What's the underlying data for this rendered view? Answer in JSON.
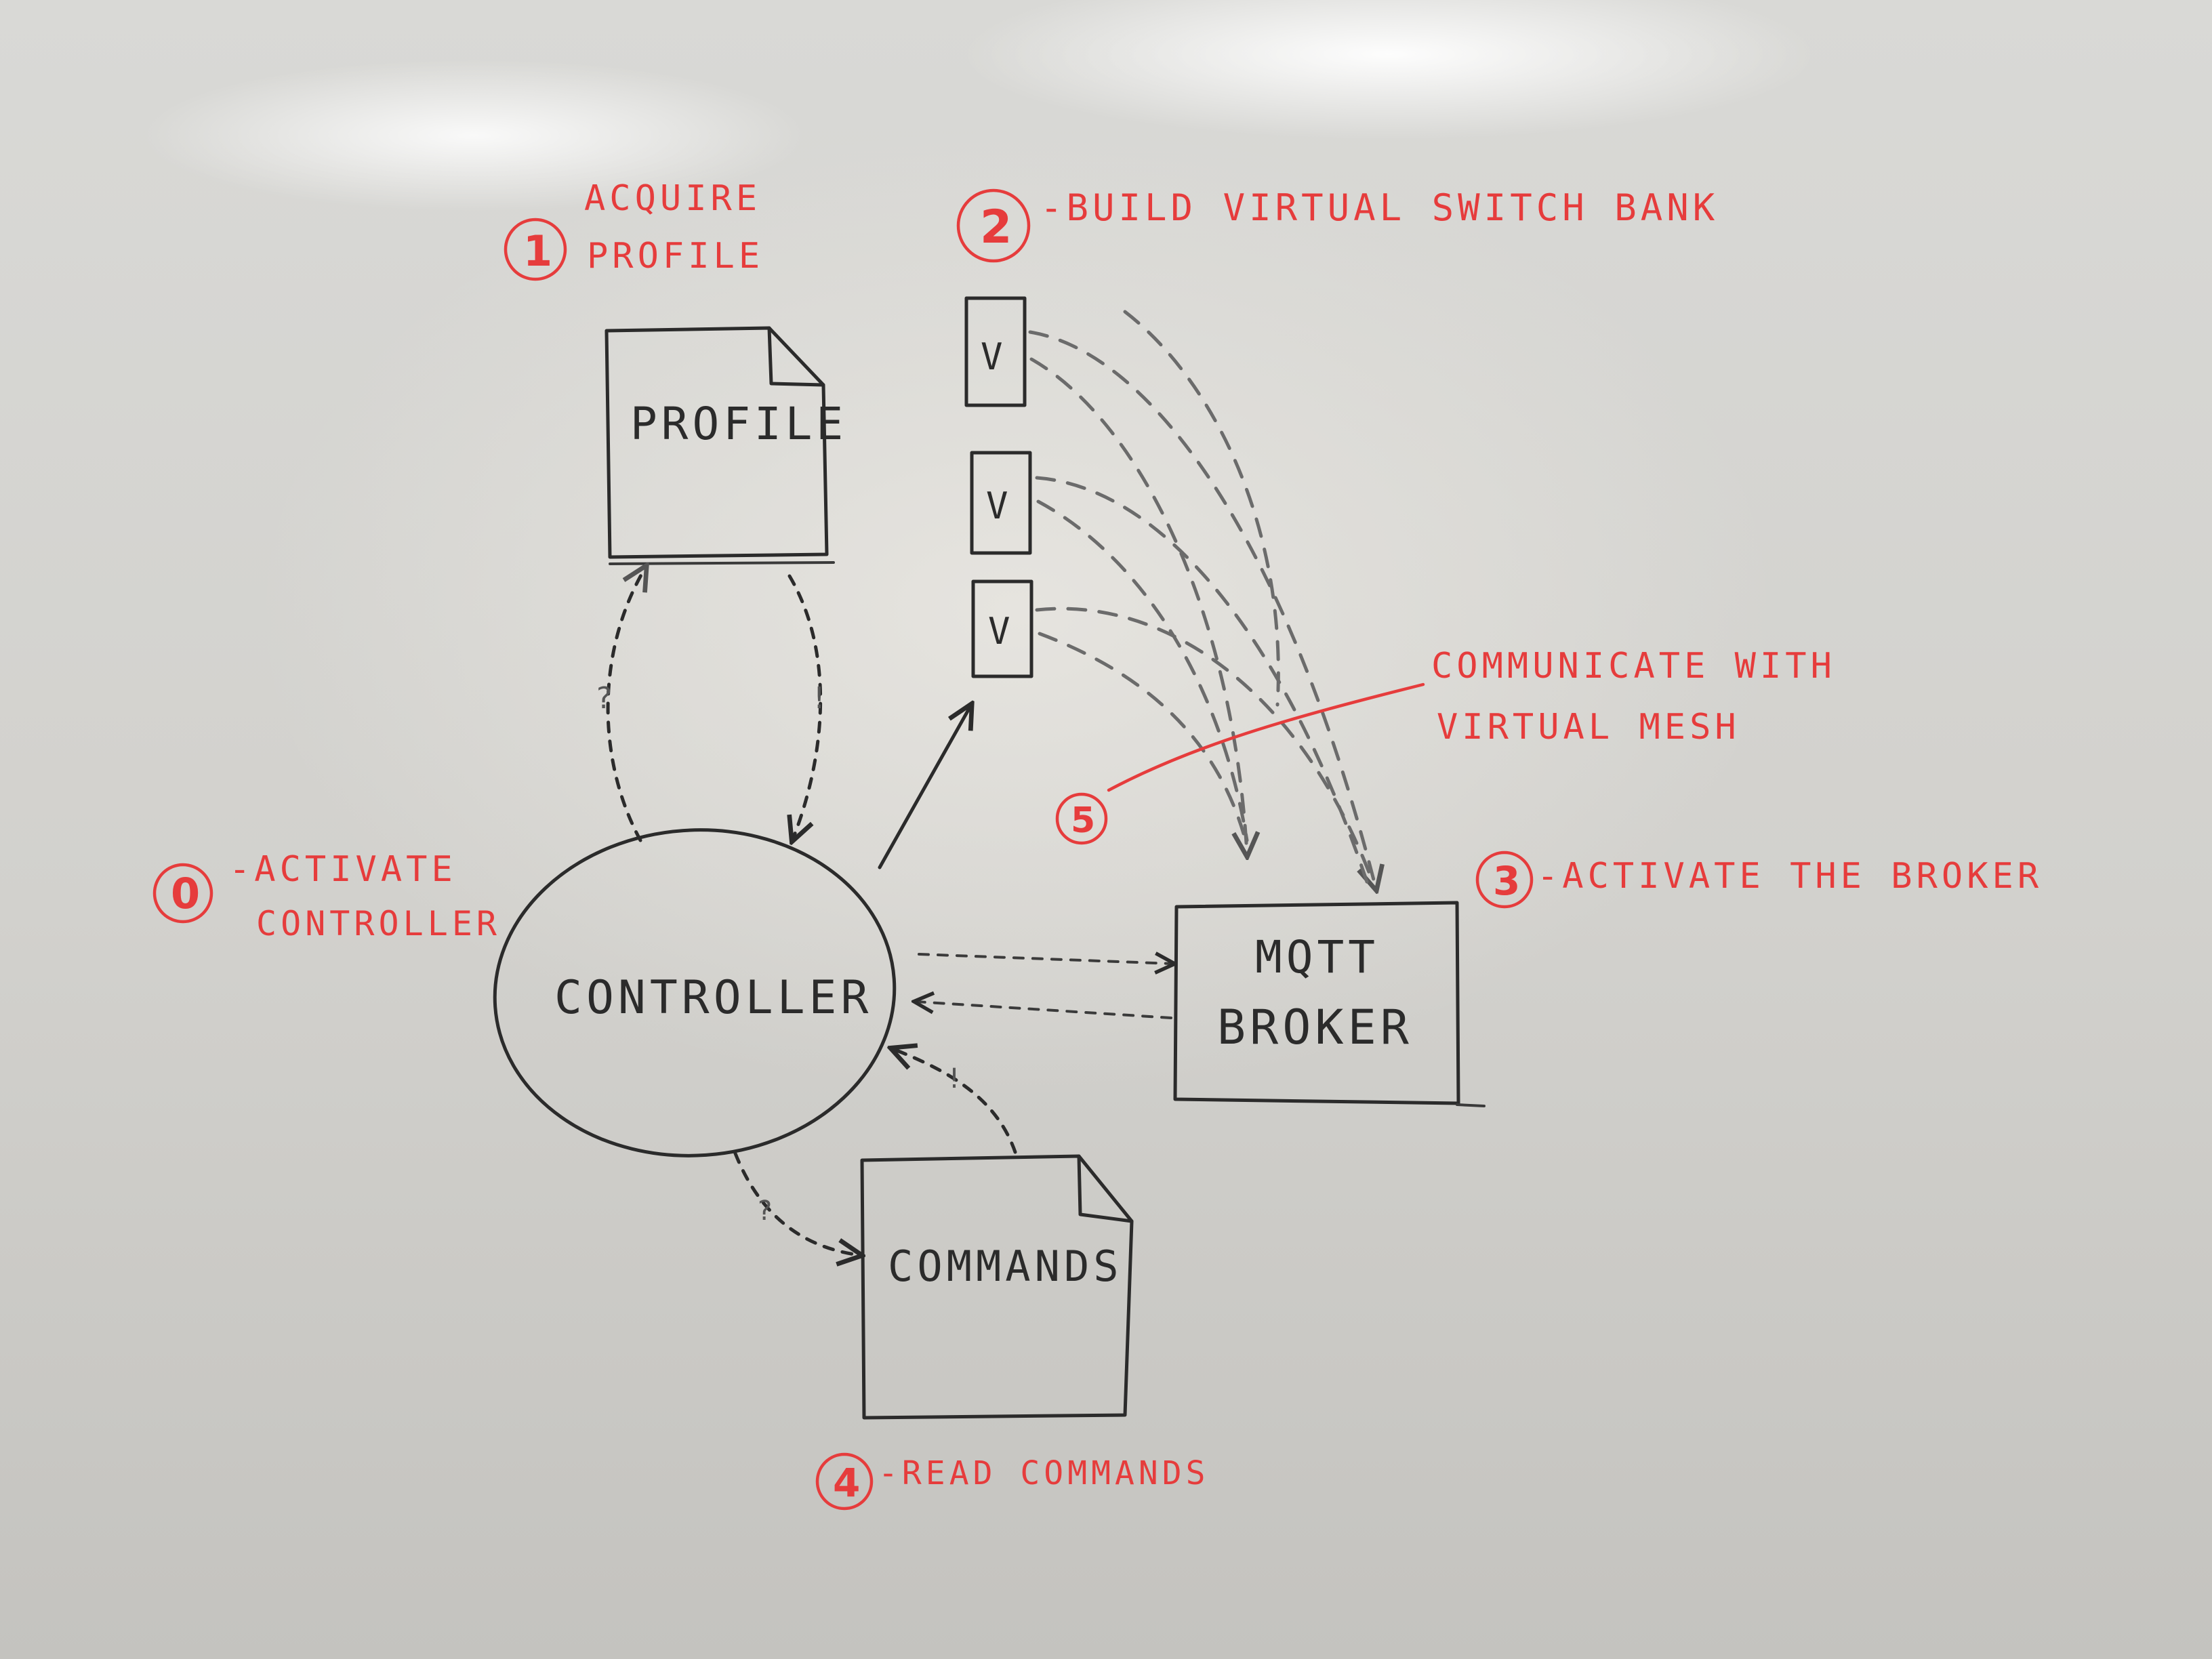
{
  "nodes": {
    "controller": "CONTROLLER",
    "profile": "PROFILE",
    "commands": "COMMANDS",
    "broker_line1": "MQTT",
    "broker_line2": "BROKER",
    "switch_label": "V"
  },
  "steps": {
    "s0": {
      "num": "0",
      "line1": "-ACTIVATE",
      "line2": "CONTROLLER"
    },
    "s1": {
      "num": "1",
      "line1": "ACQUIRE",
      "line2": "PROFILE"
    },
    "s2": {
      "num": "2",
      "text": "-BUILD VIRTUAL SWITCH BANK"
    },
    "s3": {
      "num": "3",
      "text": "-ACTIVATE THE BROKER"
    },
    "s4": {
      "num": "4",
      "text": "-READ COMMANDS"
    },
    "s5": {
      "num": "5",
      "line1": "COMMUNICATE WITH",
      "line2": "VIRTUAL MESH"
    }
  },
  "arrow_marks": {
    "q": "?",
    "bang": "!"
  },
  "colors": {
    "board": "#d6d5d1",
    "black_ink": "#2b2b2b",
    "red_ink": "#e63c3c"
  }
}
